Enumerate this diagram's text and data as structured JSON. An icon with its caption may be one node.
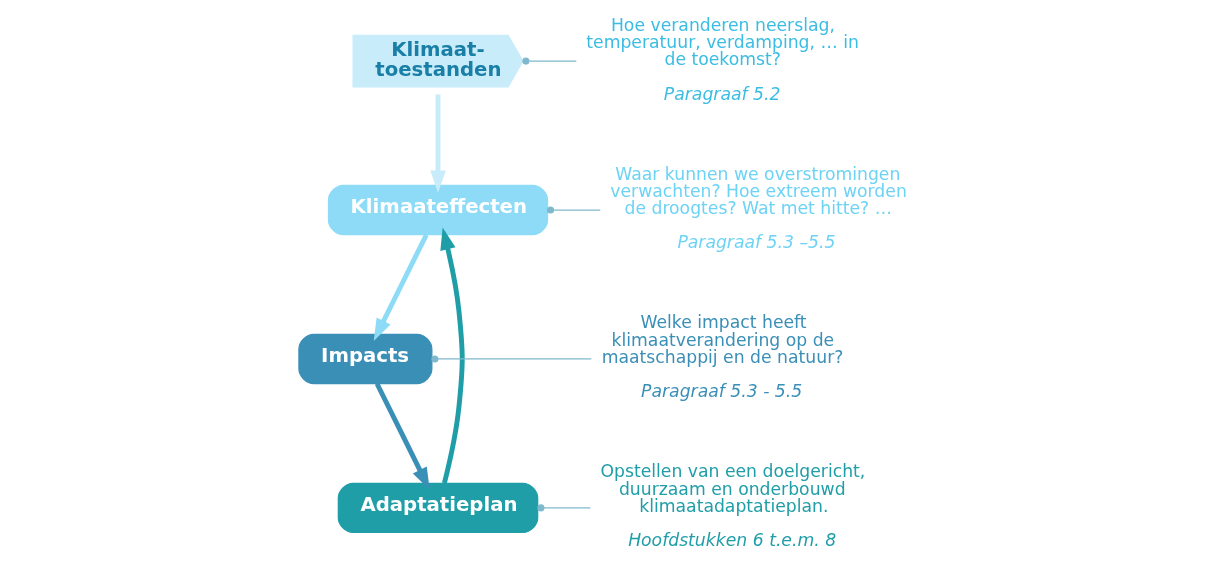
{
  "diagram": {
    "nodes": [
      {
        "text": [
          "Klimaat- toestanden"
        ]
      },
      {
        "text": [
          "Klimaateffecten"
        ]
      },
      {
        "text": [
          "Impacts"
        ]
      },
      {
        "text": [
          "Adaptatieplan"
        ]
      },
      {
        "text": [
          "Hoe veranderen neerslag, temperatuur, verdamping, … in de toekomst?",
          "Paragraaf 5.2"
        ]
      },
      {
        "text": [
          "Waar kunnen we overstromingen verwachten? Hoe extreem worden de droogtes? Wat met hitte? …",
          "Paragraaf 5.3 –5.5"
        ]
      },
      {
        "text": [
          "Welke impact heeft klimaatverandering op de maatschappij en de natuur?",
          "Paragraaf 5.3 - 5.5"
        ]
      },
      {
        "text": [
          "Opstellen van een doelgericht, duurzaam en onderbouwd klimaatadaptatieplan.",
          "Hoofdstukken 6 t.e.m. 8"
        ]
      }
    ],
    "edges": [
      {
        "from": 0,
        "to": 1,
        "arrow": "to",
        "style": "thick",
        "color": "#c8ecf9"
      },
      {
        "from": 1,
        "to": 2,
        "arrow": "to",
        "style": "thick",
        "color": "#8ddbf6"
      },
      {
        "from": 2,
        "to": 3,
        "arrow": "to",
        "style": "thick",
        "color": "#3a8fb7"
      },
      {
        "from": 3,
        "to": 1,
        "arrow": "to",
        "style": "thick",
        "color": "#1f9ea8"
      },
      {
        "from": 4,
        "to": 0,
        "arrow": "other"
      },
      {
        "from": 5,
        "to": 1,
        "arrow": "other"
      },
      {
        "from": 6,
        "to": 2,
        "arrow": "other"
      },
      {
        "from": 7,
        "to": 3,
        "arrow": "other"
      }
    ]
  }
}
